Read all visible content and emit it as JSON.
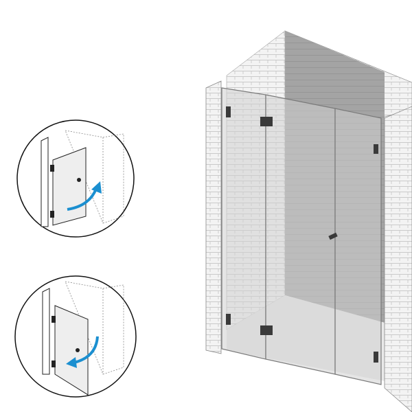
{
  "illustration": {
    "subject": "shower-enclosure-bifold-door",
    "colors": {
      "background": "#ffffff",
      "wall_tile": "#f2f2f2",
      "wall_back": "#9a9a9a",
      "glass": "#d6d6d6",
      "floor": "#e6e6e6",
      "hardware": "#333333",
      "arrow_accent": "#1b8fd0",
      "outline": "#222222"
    },
    "insets": [
      {
        "name": "door-opening-outward",
        "arrow_direction": "outward-up"
      },
      {
        "name": "door-opening-inward",
        "arrow_direction": "inward-down"
      }
    ]
  }
}
